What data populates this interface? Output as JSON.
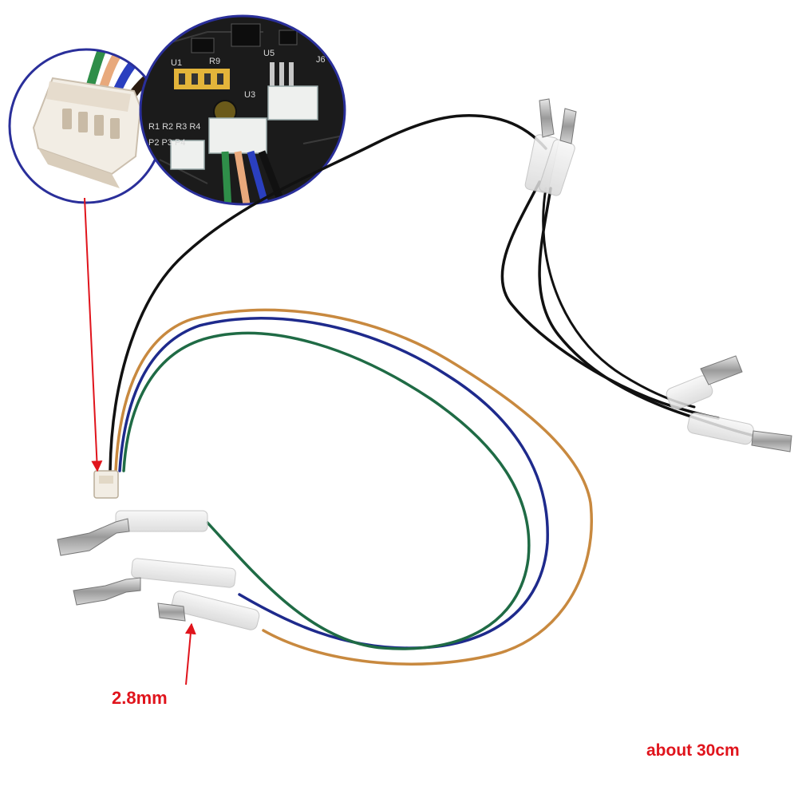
{
  "labels": {
    "terminal_size": "2.8mm",
    "cable_length": "about 30cm"
  },
  "pcb_silkscreen": {
    "header_1": "P2 P3 P4",
    "header_2": "R1 R2 R3 R4",
    "chip_1": "U1",
    "chip_2": "U3",
    "chip_3": "U5",
    "chip_4": "R9",
    "connector": "J6"
  },
  "colors": {
    "annotation_red": "#e0141c",
    "callout_circle_border": "#2a2f9a",
    "wire_black": "#111111",
    "wire_orange": "#c8893f",
    "wire_blue": "#1e2a8c",
    "wire_green": "#1f6b45",
    "connector_white": "#f2ede4",
    "pcb_black": "#1b1b1b",
    "header_pins_gold": "#e3b43a"
  },
  "icons": {
    "callout_left": "connector-closeup",
    "callout_right": "pcb-closeup",
    "terminal": "quick-disconnect-terminal"
  }
}
